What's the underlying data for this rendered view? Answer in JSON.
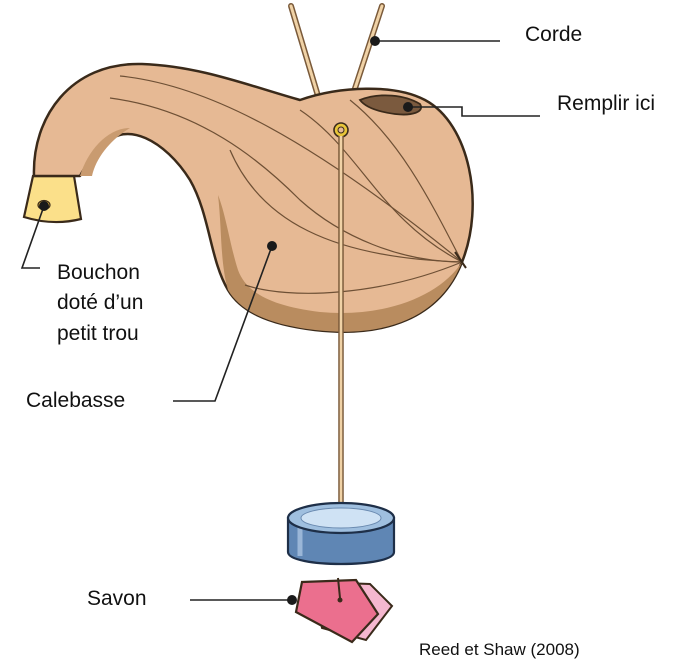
{
  "labels": {
    "corde": "Corde",
    "remplir": "Remplir ici",
    "bouchon_line1": "Bouchon",
    "bouchon_line2": "doté d’un",
    "bouchon_line3": "petit trou",
    "calebasse": "Calebasse",
    "savon": "Savon"
  },
  "credit": "Reed et Shaw (2008)",
  "colors": {
    "gourd": "#e6b994",
    "gourd_shadow": "#b98c5f",
    "cord": "#f0d2a6",
    "stopper": "#fbe08a",
    "soap": "#eb6f8e",
    "soap_back": "#f5b7cf",
    "tin": "#5f86b4"
  }
}
